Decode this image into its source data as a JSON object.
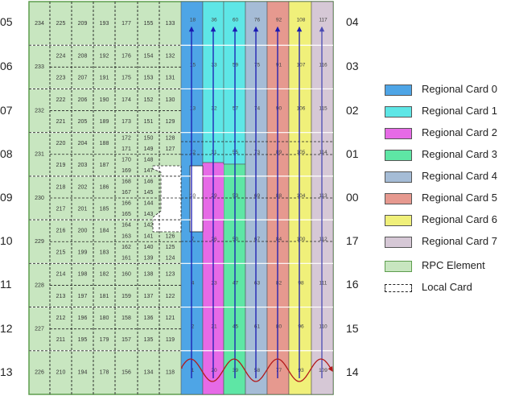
{
  "left_labels": [
    "05",
    "06",
    "07",
    "08",
    "09",
    "10",
    "11",
    "12",
    "13"
  ],
  "right_labels": [
    "04",
    "03",
    "02",
    "01",
    "00",
    "17",
    "16",
    "15",
    "14"
  ],
  "legend": [
    {
      "label": "Regional Card 0",
      "color": "#4ea5e6"
    },
    {
      "label": "Regional Card 1",
      "color": "#5ee6e6"
    },
    {
      "label": "Regional Card 2",
      "color": "#e66ae6"
    },
    {
      "label": "Regional Card 3",
      "color": "#5ee6a5"
    },
    {
      "label": "Regional Card 4",
      "color": "#a5bcd6"
    },
    {
      "label": "Regional Card 5",
      "color": "#e6998f"
    },
    {
      "label": "Regional Card 6",
      "color": "#f0f07a"
    },
    {
      "label": "Regional Card 7",
      "color": "#d6c8d6"
    },
    {
      "label": "RPC Element",
      "color": "#c8e6c0"
    },
    {
      "label": "Local Card",
      "color": "none"
    }
  ],
  "colors": {
    "rpc_fill": "#c8e6c0",
    "rpc_border": "#5e9e4e",
    "arrow_blue": "#1a1ab3",
    "arrow_purple": "#4a4ab3",
    "arrow_red": "#b31a1a"
  },
  "grid": {
    "rows": [
      {
        "cells": [
          "234",
          "225",
          "209",
          "193",
          "177",
          "155",
          "133"
        ],
        "top": [
          "18",
          "36",
          "60",
          "76",
          "92",
          "108",
          "117"
        ]
      },
      {
        "pairs": [
          [
            "224",
            "208",
            "192",
            "176",
            "154",
            "132"
          ],
          [
            "223",
            "207",
            "191",
            "175",
            "153",
            "131"
          ]
        ],
        "big": "233",
        "top": [
          "15",
          "33",
          "59",
          "75",
          "91",
          "107",
          "116"
        ]
      },
      {
        "pairs": [
          [
            "222",
            "206",
            "190",
            "174",
            "152",
            "130"
          ],
          [
            "221",
            "205",
            "189",
            "173",
            "151",
            "129"
          ]
        ],
        "big": "232",
        "top": [
          "13",
          "32",
          "57",
          "74",
          "90",
          "106",
          "115"
        ]
      }
    ]
  },
  "cells": {
    "r0": [
      "234",
      "225",
      "209",
      "193",
      "177",
      "155",
      "133"
    ],
    "r1a": [
      "224",
      "208",
      "192",
      "176",
      "154",
      "132"
    ],
    "r1b": [
      "223",
      "207",
      "191",
      "175",
      "153",
      "131"
    ],
    "r1big": "233",
    "r2a": [
      "222",
      "206",
      "190",
      "174",
      "152",
      "130"
    ],
    "r2b": [
      "221",
      "205",
      "189",
      "173",
      "151",
      "129"
    ],
    "r2big": "232",
    "r3": [
      "220",
      "204",
      "188"
    ],
    "r3b": [
      "219",
      "203",
      "187"
    ],
    "r3big": "231",
    "r3c": [
      "172",
      "150",
      "128"
    ],
    "r3d": [
      "171",
      "149",
      "127"
    ],
    "r3e": [
      "170",
      "148"
    ],
    "r3f": [
      "169",
      "147"
    ],
    "r4": [
      "218",
      "202",
      "186"
    ],
    "r4b": [
      "217",
      "201",
      "185"
    ],
    "r4big": "230",
    "r4c": [
      "168",
      "146"
    ],
    "r4d": [
      "167",
      "145"
    ],
    "r4e": [
      "166",
      "144"
    ],
    "r4f": [
      "165",
      "143"
    ],
    "r5": [
      "216",
      "200",
      "184"
    ],
    "r5b": [
      "215",
      "199",
      "183"
    ],
    "r5big": "229",
    "r5c": [
      "164",
      "142"
    ],
    "r5d": [
      "163",
      "141",
      "126"
    ],
    "r5e": [
      "162",
      "140",
      "125"
    ],
    "r5f": [
      "161",
      "139",
      "124"
    ],
    "r6a": [
      "214",
      "198",
      "182",
      "160",
      "138",
      "123"
    ],
    "r6b": [
      "213",
      "197",
      "181",
      "159",
      "137",
      "122"
    ],
    "r6big": "228",
    "r7a": [
      "212",
      "196",
      "180",
      "158",
      "136",
      "121"
    ],
    "r7b": [
      "211",
      "195",
      "179",
      "157",
      "135",
      "119"
    ],
    "r7big": "227",
    "r8": [
      "226",
      "210",
      "194",
      "178",
      "156",
      "134",
      "118"
    ]
  },
  "strip_nums": {
    "c0": [
      "18",
      "15",
      "13",
      "12",
      "10",
      "7",
      "4",
      "2",
      "1"
    ],
    "c1": [
      "36",
      "33",
      "32",
      "31",
      "29",
      "26",
      "23",
      "21",
      "20"
    ],
    "c2": [
      "60",
      "59",
      "57",
      "55",
      "53",
      "50",
      "47",
      "45",
      "39"
    ],
    "c3": [
      "76",
      "75",
      "74",
      "73",
      "69",
      "67",
      "63",
      "61",
      "58"
    ],
    "c4": [
      "92",
      "91",
      "90",
      "89",
      "88",
      "84",
      "82",
      "80",
      "77"
    ],
    "c5": [
      "108",
      "107",
      "106",
      "105",
      "104",
      "100",
      "98",
      "96",
      "93"
    ],
    "c6": [
      "117",
      "116",
      "115",
      "114",
      "113",
      "112",
      "111",
      "110",
      "109"
    ]
  }
}
